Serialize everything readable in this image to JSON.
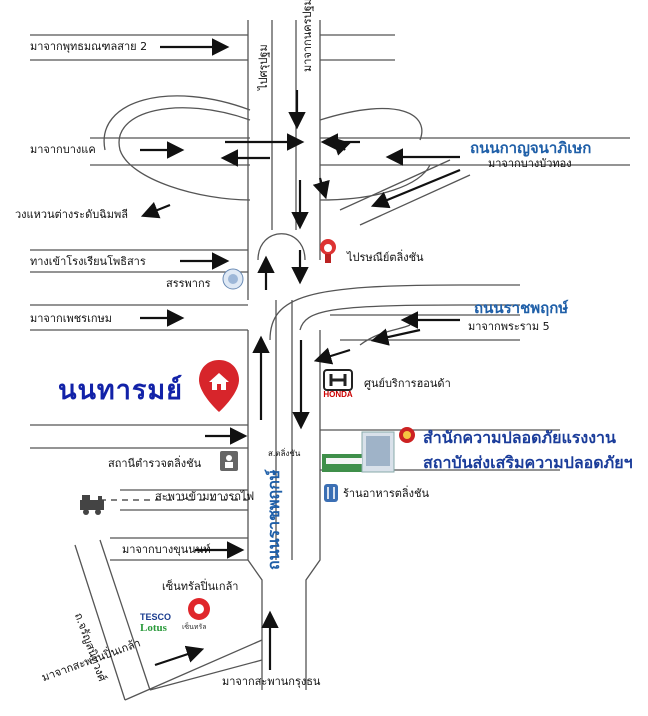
{
  "destination": {
    "name": "นนทารมย์"
  },
  "roads": {
    "kanchanaphisek": "ถนนกาญจนาภิเษก",
    "ratchaphruek": "ถนนราชพฤกษ์",
    "ratchaphruek_vertical": "ถนนราชพฤกษ์"
  },
  "top_labels": {
    "from_phutthamonthon": "มาจากพุทธมณฑลสาย 2",
    "pinklao_road": "ไปศรุปฐม",
    "from_nonthaburi": "มาจากนครปฐม"
  },
  "left_labels": {
    "from_bang_khae": "มาจากบางแค",
    "interchange": "วงแหวนต่างระดับฉิมพลี",
    "school_entrance": "ทางเข้าโรงเรียนโพธิสาร",
    "revenue": "สรรพากร",
    "from_phet_kasem": "มาจากเพชรเกษม",
    "police": "สถานีตำรวจตลิ่งชัน",
    "rail_bridge": "สะพานข้ามทางรถไฟ",
    "from_bang_khun_non": "มาจากบางขุนนนท์",
    "charansanitwong": "ถ.จรัญสนิทวงศ์",
    "central_pinklao": "เซ็นทรัลปิ่นเกล้า",
    "tesco": "TESCO",
    "lotus": "Lotus",
    "central_small": "เซ็นทรัล",
    "from_pinklao_bridge": "มาจากสะพานปิ่นเกล้า"
  },
  "right_labels": {
    "from_bang_bua_thong": "มาจากบางบัวทอง",
    "post_office": "ไปรษณีย์ตลิ่งชัน",
    "from_rama5": "มาจากพระราม 5",
    "honda_center": "ศูนย์บริการฮอนด้า",
    "honda_logo": "HONDA",
    "restaurant": "ร้านอาหารตลิ่งชัน",
    "intersection_sign": "ส.ตลิ่งชัน"
  },
  "organization": {
    "line1": "สำนักความปลอดภัยแรงงาน",
    "line2": "สถาบันส่งเสริมความปลอดภัยฯ"
  },
  "bottom_labels": {
    "from_krung_thon_bridge": "มาจากสะพานกรุงธน"
  },
  "colors": {
    "road_outline": "#555555",
    "arrow": "#111111",
    "pin": "#d7252b",
    "title_blue": "#1222a8",
    "road_name_blue": "#1f5fa8"
  },
  "icons": {
    "destination": "house-map-pin-icon",
    "post": "post-office-mascot-icon",
    "revenue": "revenue-department-seal-icon",
    "honda": "honda-logo-icon",
    "police": "police-station-icon",
    "restaurant": "fork-knife-icon",
    "train": "train-icon",
    "org": "labour-department-seal-icon",
    "building": "office-building-icon",
    "central": "central-logo-icon",
    "tesco": "tesco-lotus-logo-icon"
  }
}
